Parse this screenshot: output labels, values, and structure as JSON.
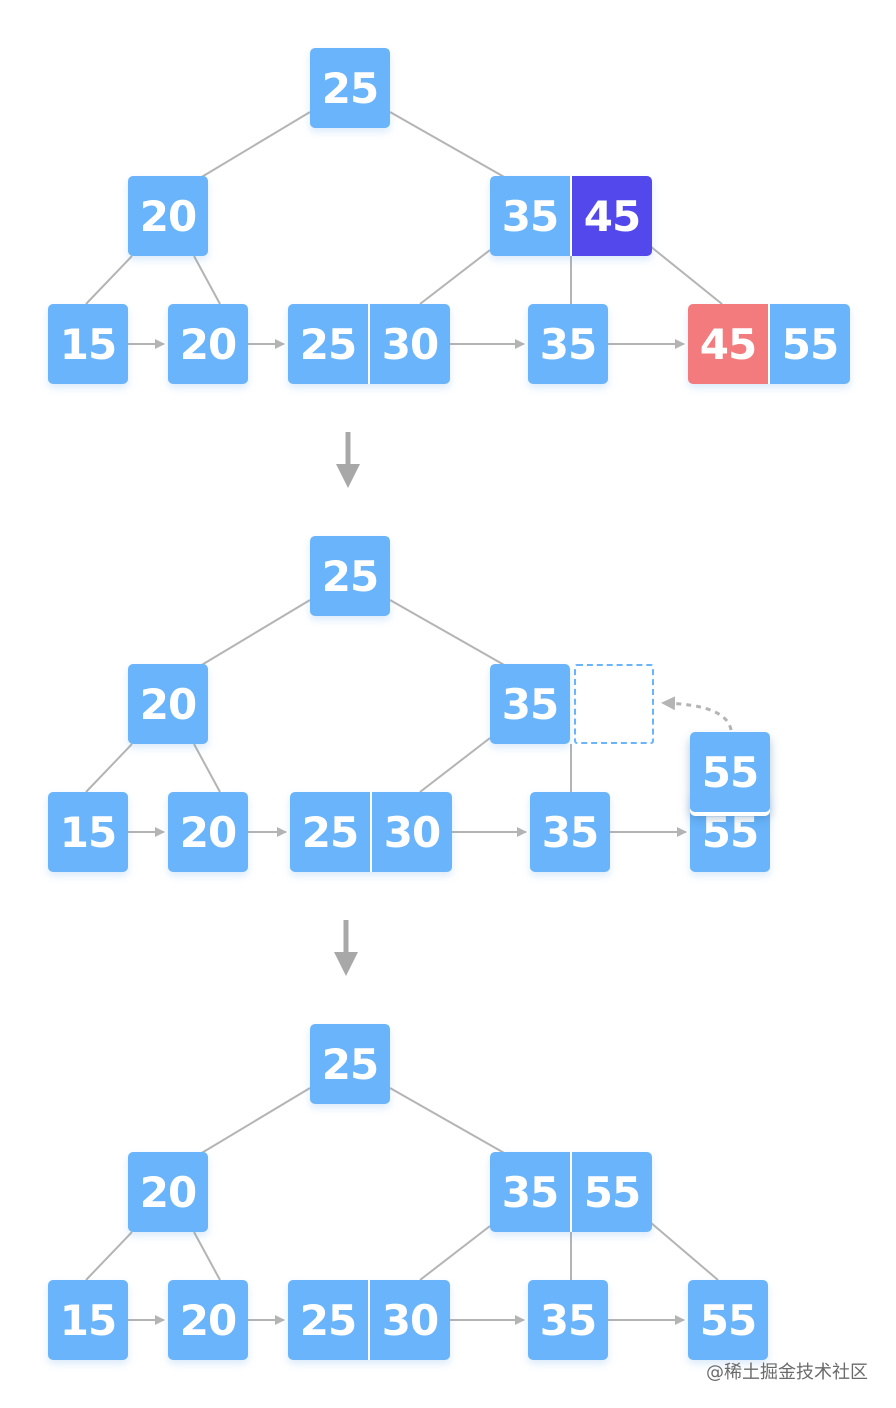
{
  "colors": {
    "node": "#69b4fa",
    "highlight_inserted": "#5248ec",
    "highlight_moved": "#f37b7d",
    "edge": "#b4b4b4",
    "step_arrow": "#a8a8a8"
  },
  "stage1": {
    "root": [
      "25"
    ],
    "internal_left": [
      "20"
    ],
    "internal_right": [
      "35",
      "45"
    ],
    "leaves": [
      [
        "15"
      ],
      [
        "20"
      ],
      [
        "25",
        "30"
      ],
      [
        "35"
      ],
      [
        "45",
        "55"
      ]
    ]
  },
  "stage2": {
    "root": [
      "25"
    ],
    "internal_left": [
      "20"
    ],
    "internal_right": [
      "35"
    ],
    "moving_key": "55",
    "leaves": [
      [
        "15"
      ],
      [
        "20"
      ],
      [
        "25",
        "30"
      ],
      [
        "35"
      ],
      [
        "55"
      ]
    ]
  },
  "stage3": {
    "root": [
      "25"
    ],
    "internal_left": [
      "20"
    ],
    "internal_right": [
      "35",
      "55"
    ],
    "leaves": [
      [
        "15"
      ],
      [
        "20"
      ],
      [
        "25",
        "30"
      ],
      [
        "35"
      ],
      [
        "55"
      ]
    ]
  },
  "watermark": "@稀土掘金技术社区"
}
